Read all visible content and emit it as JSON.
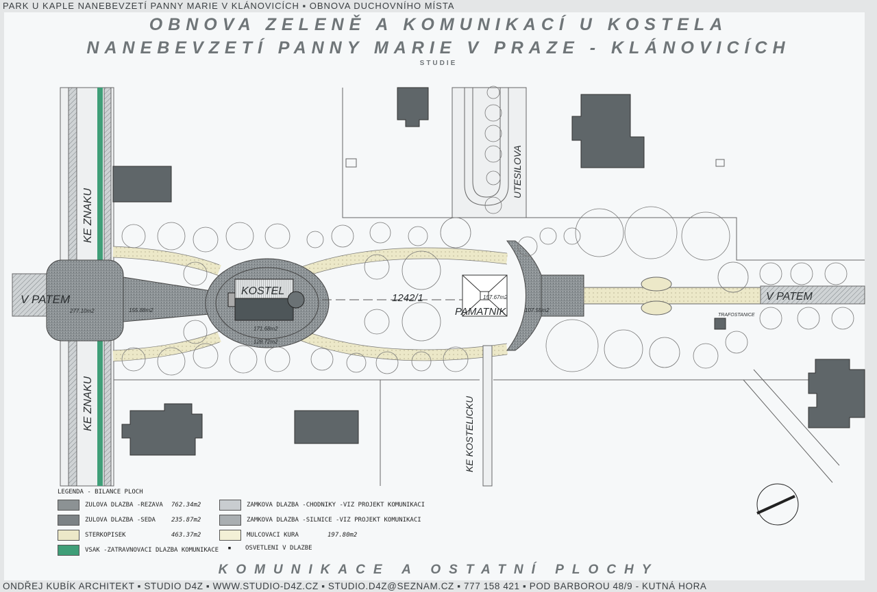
{
  "header": {
    "top_strip": "PARK U KAPLE NANEBEVZETÍ PANNY MARIE V KLÁNOVICÍCH  ▪  OBNOVA DUCHOVNÍHO MÍSTA",
    "title_line1": "OBNOVA ZELENĚ A KOMUNIKACÍ U KOSTELA",
    "title_line2": "NANEBEVZETÍ PANNY MARIE V PRAZE - KLÁNOVICÍCH",
    "subtitle": "STUDIE"
  },
  "plan": {
    "streets": {
      "v_patem_left": "V PATEM",
      "v_patem_right": "V PATEM",
      "ke_znaku_top": "KE ZNAKU",
      "ke_znaku_bottom": "KE ZNAKU",
      "utesilova": "UTESILOVA",
      "ke_kostelicku": "KE KOSTELICKU"
    },
    "labels": {
      "kostel": "KOSTEL",
      "pamatnik": "PAMATNIK",
      "parcel": "1242/1",
      "trafostanice": "TRAFOSTANICE"
    },
    "areas": {
      "crossing": "277.10m2",
      "path": "155.88m2",
      "kostel_inner": "171.68m2",
      "kostel_outer": "128.72m2",
      "pamatnik": "157.67m2",
      "arc": "107.55m2"
    }
  },
  "legend": {
    "title": "LEGENDA - BILANCE PLOCH",
    "items": [
      {
        "label": "ZULOVA DLAZBA -REZAVA",
        "value": "762.34m2",
        "color": "#8c9294"
      },
      {
        "label": "ZULOVA DLAZBA -SEDA",
        "value": "235.87m2",
        "color": "#7c8285"
      },
      {
        "label": "STERKOPISEK",
        "value": "463.37m2",
        "color": "#ece8c8"
      },
      {
        "label": "VSAK -ZATRAVNOVACI DLAZBA KOMUNIKACE",
        "value": "",
        "color": "#3f9e78"
      },
      {
        "label": "ZAMKOVA DLAZBA -CHODNIKY -VIZ PROJEKT KOMUNIKACI",
        "value": "",
        "color": "#c9cdd0"
      },
      {
        "label": "ZAMKOVA DLAZBA -SILNICE -VIZ PROJEKT KOMUNIKACI",
        "value": "",
        "color": "#a9aeb1"
      },
      {
        "label": "MULCOVACI KURA",
        "value": "197.80m2",
        "color": "#f3f0d6"
      },
      {
        "label": "OSVETLENI V DLAZBE",
        "value": "",
        "color": "#333333"
      }
    ]
  },
  "footer": {
    "section_title": "KOMUNIKACE A OSTATNÍ PLOCHY",
    "credits": "ONDŘEJ KUBÍK ARCHITEKT ▪ STUDIO D4Z ▪ WWW.STUDIO-D4Z.CZ ▪ STUDIO.D4Z@SEZNAM.CZ ▪ 777 158 421 ▪ POD BARBOROU 48/9 - KUTNÁ HORA"
  }
}
